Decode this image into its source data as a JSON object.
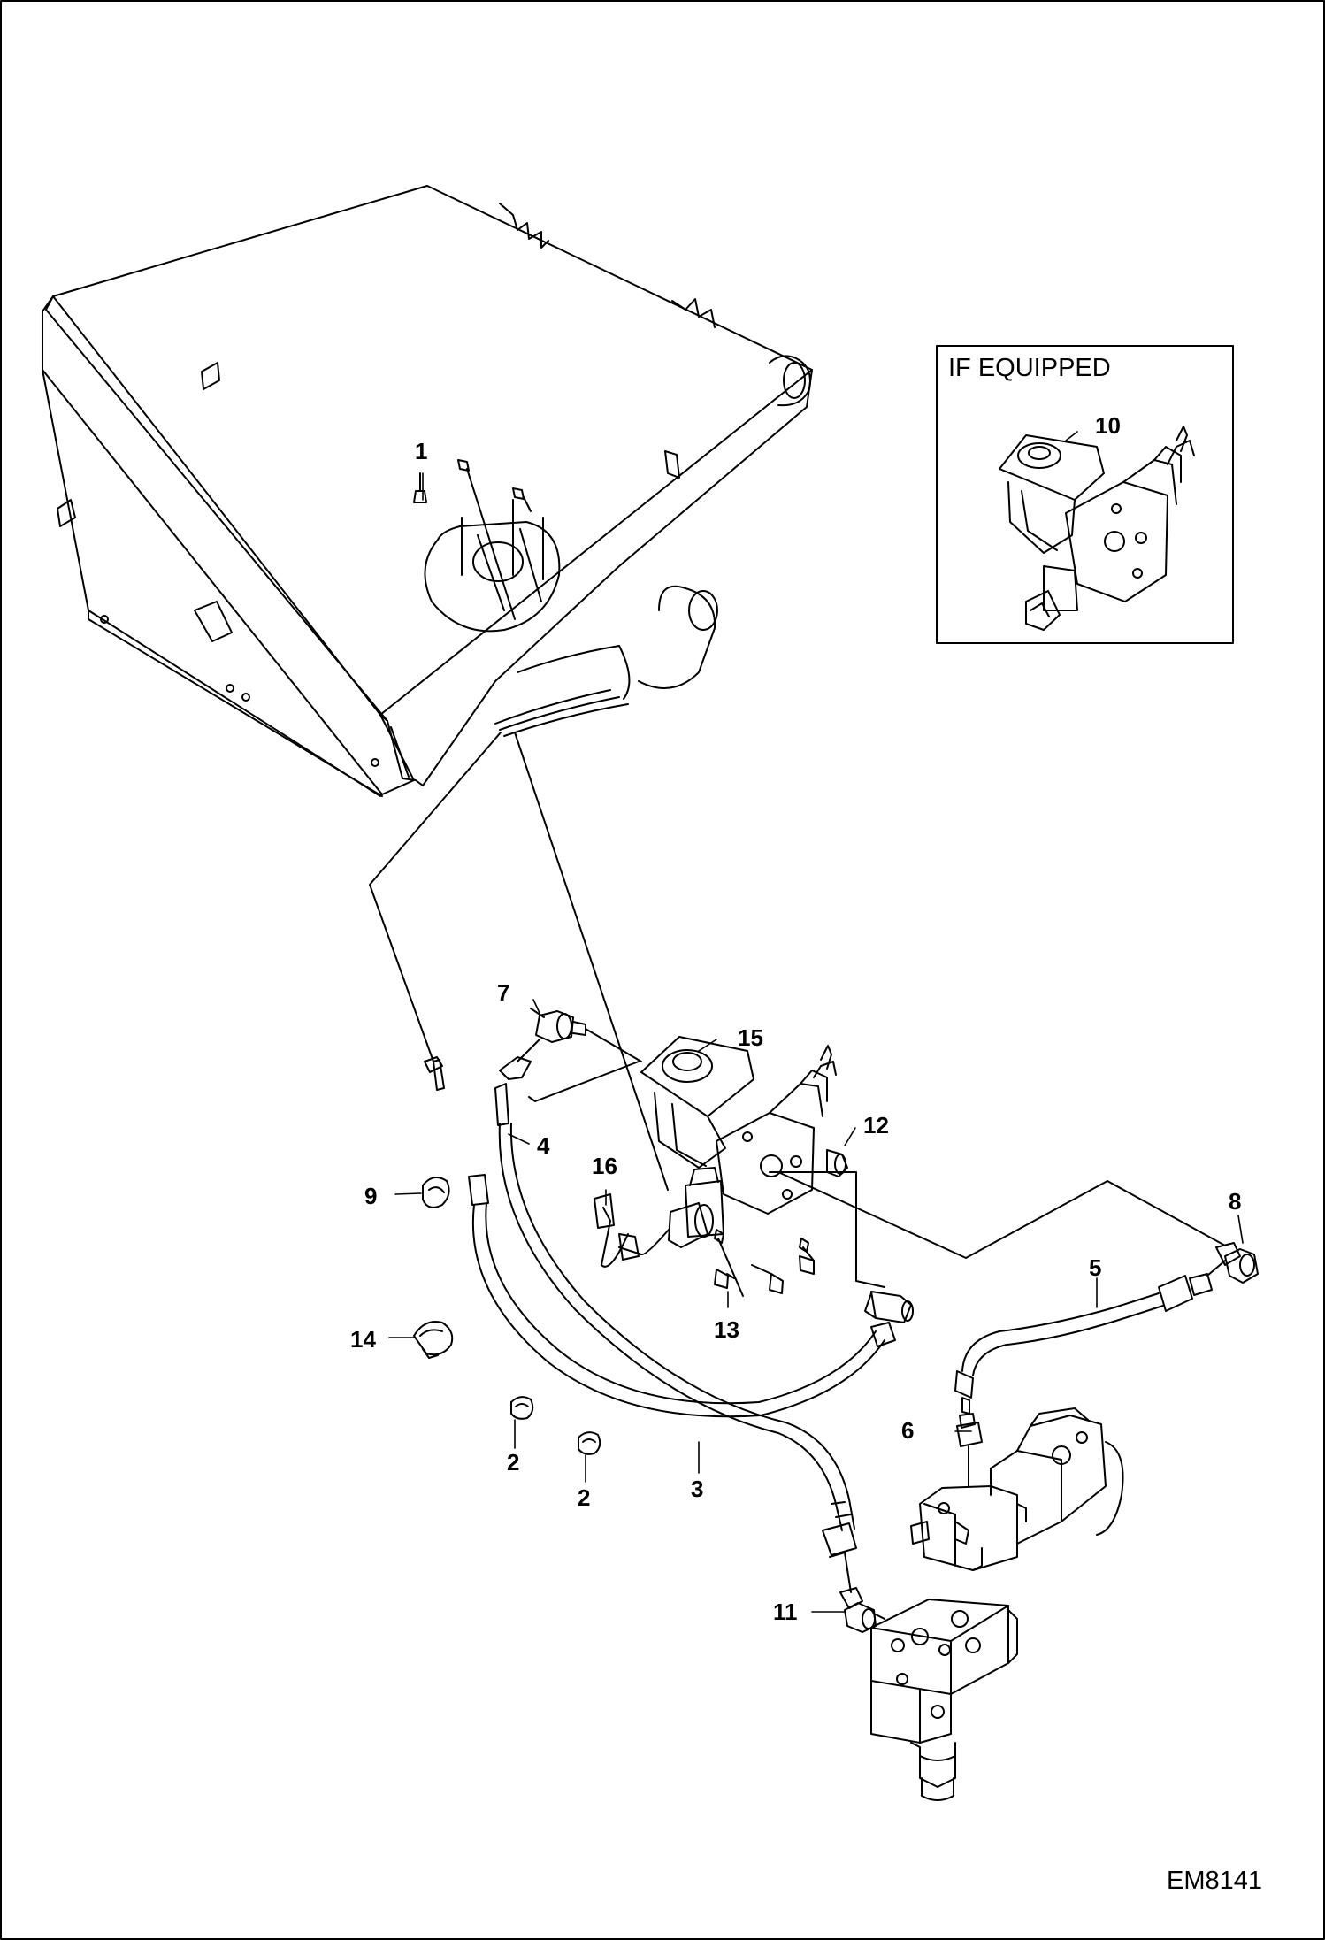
{
  "diagram": {
    "inset_title": "IF EQUIPPED",
    "document_code": "EM8141",
    "callouts": {
      "c1": "1",
      "c2a": "2",
      "c2b": "2",
      "c3": "3",
      "c4": "4",
      "c5": "5",
      "c6": "6",
      "c7": "7",
      "c8": "8",
      "c9": "9",
      "c10": "10",
      "c11": "11",
      "c12": "12",
      "c13": "13",
      "c14": "14",
      "c15": "15",
      "c16": "16"
    }
  }
}
